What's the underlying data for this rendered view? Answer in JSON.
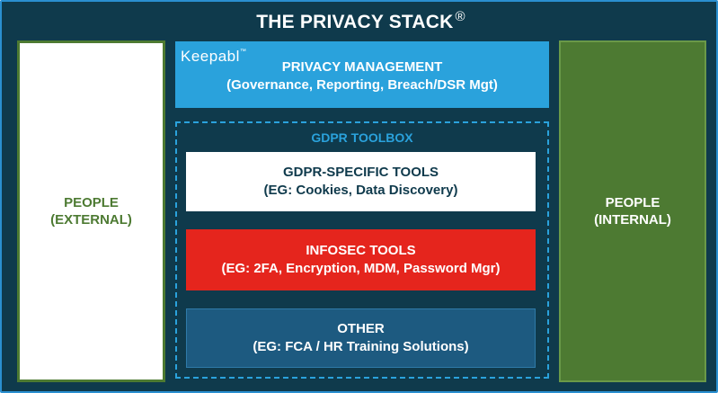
{
  "title": "THE PRIVACY STACK",
  "title_mark": "®",
  "people_external": {
    "line1": "PEOPLE",
    "line2": "(EXTERNAL)"
  },
  "people_internal": {
    "line1": "PEOPLE",
    "line2": "(INTERNAL)"
  },
  "privacy_management": {
    "logo": "Keepabl",
    "logo_mark": "™",
    "title": "PRIVACY MANAGEMENT",
    "subtitle": "(Governance, Reporting, Breach/DSR Mgt)"
  },
  "toolbox": {
    "label": "GDPR TOOLBOX",
    "items": [
      {
        "title": "GDPR-SPECIFIC TOOLS",
        "subtitle": "(EG: Cookies, Data Discovery)"
      },
      {
        "title": "INFOSEC TOOLS",
        "subtitle": "(EG: 2FA, Encryption, MDM, Password Mgr)"
      },
      {
        "title": "OTHER",
        "subtitle": "(EG: FCA / HR Training Solutions)"
      }
    ]
  },
  "colors": {
    "background": "#0f3a4c",
    "green": "#4d7a32",
    "blue": "#2aa2dc",
    "red": "#e5251d",
    "dark_blue": "#1d5a80"
  }
}
